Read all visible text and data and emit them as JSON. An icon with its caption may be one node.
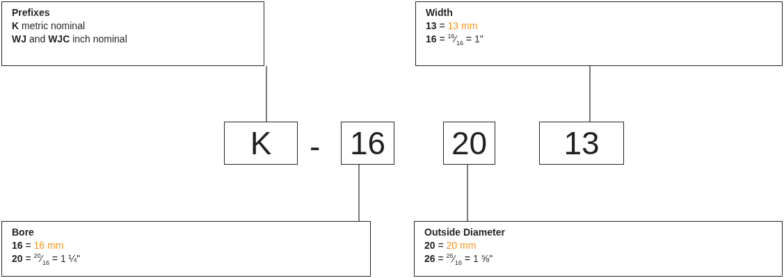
{
  "diagram": {
    "nodes": [
      {
        "text": [
          "Prefixes",
          "**K** metric nominal",
          "**WJ** and **WJC** inch nominal"
        ]
      },
      {
        "text": [
          "Width",
          "**13** = 13 mm",
          "**16** = $^{16}$⁄$_{16}$ = 1\""
        ]
      },
      {
        "text": [
          "K"
        ]
      },
      {
        "text": [
          "16"
        ]
      },
      {
        "text": [
          "20"
        ]
      },
      {
        "text": [
          "13"
        ]
      },
      {
        "text": [
          "Bore",
          "**16** = 16 mm",
          "**20** = $^{20}$⁄$_{16}$ = 1 ¼\""
        ]
      },
      {
        "text": [
          "Outside Diameter",
          "**20** = 20 mm",
          "**26** = $^{26}$⁄$_{16}$ = 1 ⅝\""
        ]
      }
    ],
    "edges": [
      {
        "from": 0,
        "to": 2,
        "arrow": "none"
      },
      {
        "from": 1,
        "to": 5,
        "arrow": "none"
      },
      {
        "from": 3,
        "to": 6,
        "arrow": "none"
      },
      {
        "from": 4,
        "to": 7,
        "arrow": "none"
      }
    ],
    "labels": [
      "-"
    ]
  }
}
